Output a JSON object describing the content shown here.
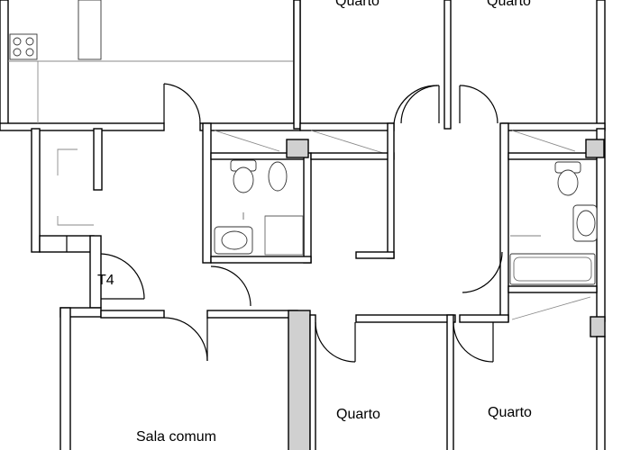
{
  "rooms": {
    "top_quarto_1": "Quarto",
    "top_quarto_2": "Quarto",
    "t4": "T4",
    "sala_comum": "Sala comum",
    "bottom_quarto_1": "Quarto",
    "bottom_quarto_2": "Quarto"
  }
}
